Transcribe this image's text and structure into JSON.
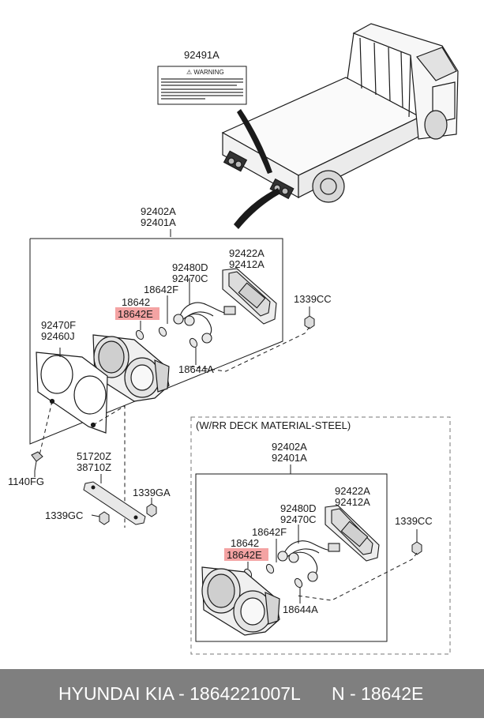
{
  "diagram": {
    "top": {
      "label_sticker": "92491A",
      "warning_title": "⚠ WARNING",
      "label_lamp_set_1": "92402A",
      "label_lamp_set_2": "92401A",
      "label_bracket_1": "92422A",
      "label_bracket_2": "92412A",
      "label_wiring_1": "92480D",
      "label_wiring_2": "92470C",
      "label_bulb_f": "18642F",
      "label_bulb": "18642",
      "label_bulb_e": "18642E",
      "label_nut": "1339CC",
      "label_bezel_1": "92470F",
      "label_bezel_2": "92460J",
      "label_bulb_a": "18644A",
      "label_bolt": "1140FG",
      "label_plate_1": "51720Z",
      "label_plate_2": "38710Z",
      "label_nut_ga": "1339GA",
      "label_nut_gc": "1339GC"
    },
    "bottom": {
      "variant_title": "(W/RR DECK MATERIAL-STEEL)",
      "label_lamp_set_1": "92402A",
      "label_lamp_set_2": "92401A",
      "label_bracket_1": "92422A",
      "label_bracket_2": "92412A",
      "label_wiring_1": "92480D",
      "label_wiring_2": "92470C",
      "label_bulb_f": "18642F",
      "label_bulb": "18642",
      "label_bulb_e": "18642E",
      "label_nut": "1339CC",
      "label_bulb_a": "18644A"
    },
    "highlight_color": "#f4a3a3"
  },
  "footer": {
    "brand": "HYUNDAI  KIA - 1864221007L",
    "part": "N - 18642E"
  }
}
